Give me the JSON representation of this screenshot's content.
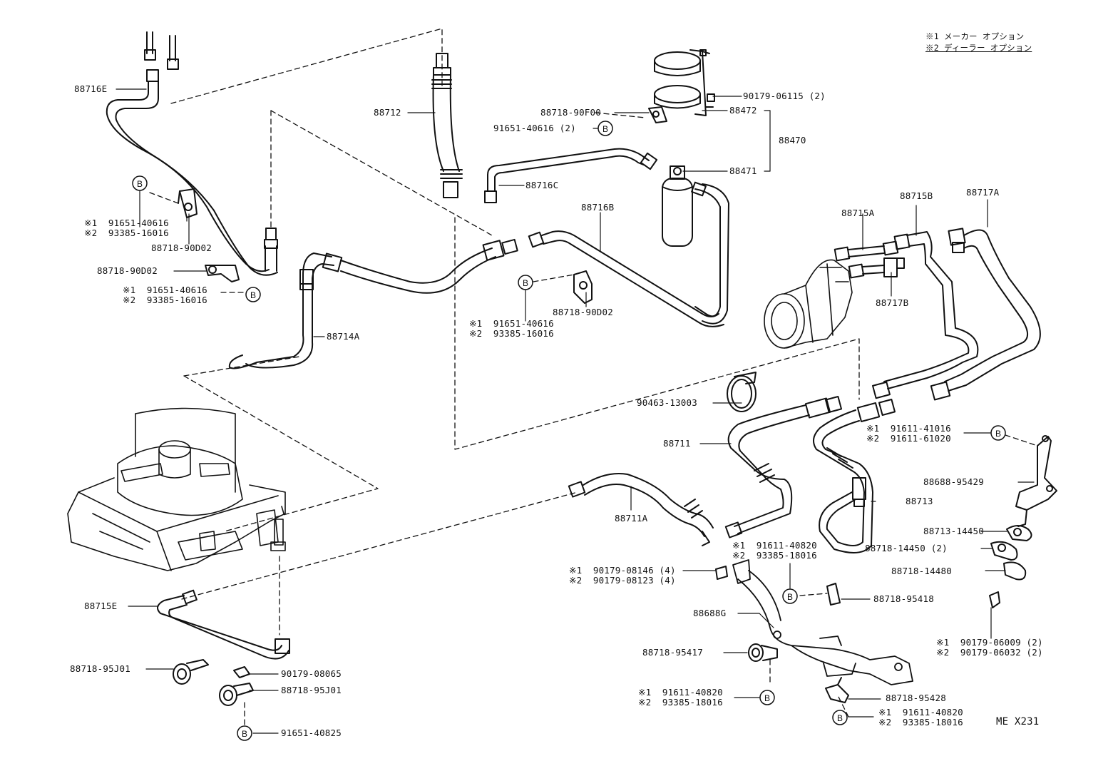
{
  "legend": {
    "line1": "※1 メーカー オプション",
    "line2": "※2 ディーラー オプション"
  },
  "drawing_code": "ME X231",
  "callout_letter": "B",
  "labels": {
    "p88716E": "88716E",
    "p88712": "88712",
    "p88718_90F00": "88718-90F00",
    "p91651_40616_2": "91651-40616 (2)",
    "p90179_06115_2": "90179-06115 (2)",
    "p88472": "88472",
    "p88470": "88470",
    "p88471": "88471",
    "p88716C": "88716C",
    "p88716B": "88716B",
    "p88715A": "88715A",
    "p88715B": "88715B",
    "p88717A": "88717A",
    "p88717B": "88717B",
    "left_opt_1": "※1  91651-40616",
    "left_opt_2": "※2  93385-16016",
    "p88718_90D02_a": "88718-90D02",
    "p88718_90D02_b": "88718-90D02",
    "left_opt2_1": "※1  91651-40616",
    "left_opt2_2": "※2  93385-16016",
    "p88714A": "88714A",
    "mid_opt_1": "※1  91651-40616",
    "mid_opt_2": "※2  93385-16016",
    "p88718_90D02_c": "88718-90D02",
    "p90463_13003": "90463-13003",
    "p88711": "88711",
    "r_opt_1": "※1  91611-41016",
    "r_opt_2": "※2  91611-61020",
    "p88688_95429": "88688-95429",
    "p88713": "88713",
    "p88713_14450": "88713-14450",
    "p88718_14450_2": "88718-14450 (2)",
    "p88711A": "88711A",
    "c_opt_1": "※1  91611-40820",
    "c_opt_2": "※2  93385-18016",
    "bolt_opt_1": "※1  90179-08146 (4)",
    "bolt_opt_2": "※2  90179-08123 (4)",
    "p88718_95418": "88718-95418",
    "p88718_14480": "88718-14480",
    "p88688G": "88688G",
    "nut_opt_1": "※1  90179-06009 (2)",
    "nut_opt_2": "※2  90179-06032 (2)",
    "p88715E": "88715E",
    "p88718_95417": "88718-95417",
    "b_opt_1": "※1  91611-40820",
    "b_opt_2": "※2  93385-18016",
    "p88718_95428": "88718-95428",
    "br_opt_1": "※1  91611-40820",
    "br_opt_2": "※2  93385-18016",
    "p88718_95J01_a": "88718-95J01",
    "p90179_08065": "90179-08065",
    "p88718_95J01_b": "88718-95J01",
    "p91651_40825": "91651-40825"
  }
}
